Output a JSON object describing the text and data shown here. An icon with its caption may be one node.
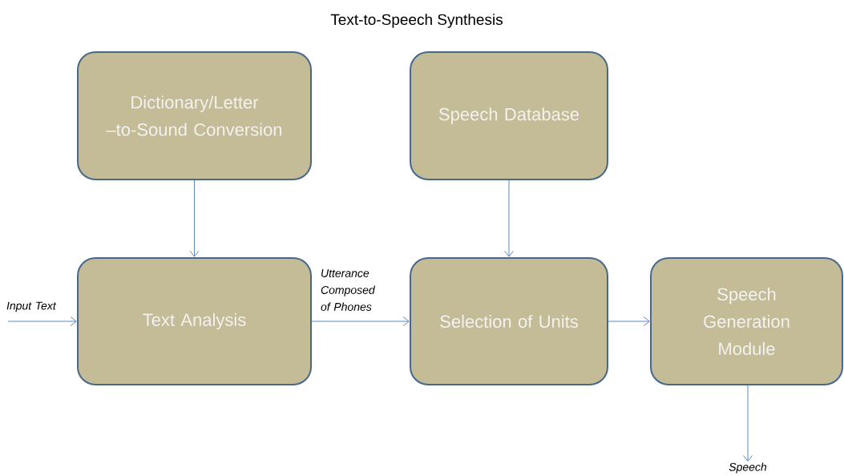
{
  "diagram": {
    "title": "Text-to-Speech Synthesis",
    "nodes": [
      {
        "text": [
          "Dictionary/Letter –to-Sound Conversion"
        ]
      },
      {
        "text": [
          "Speech Database"
        ]
      },
      {
        "text": [
          "Text Analysis"
        ]
      },
      {
        "text": [
          "Selection of Units"
        ]
      },
      {
        "text": [
          "Speech Generation Module"
        ]
      },
      {
        "text": [
          "Speech"
        ]
      }
    ],
    "edges": [
      {
        "from": 0,
        "to": 2,
        "arrow": "to"
      },
      {
        "from": 1,
        "to": 3,
        "arrow": "to"
      },
      {
        "from": null,
        "to": 2,
        "arrow": "to",
        "label": "Input Text"
      },
      {
        "from": 2,
        "to": 3,
        "arrow": "to",
        "label": "Utterance Composed of Phones"
      },
      {
        "from": 3,
        "to": 4,
        "arrow": "to"
      },
      {
        "from": 4,
        "to": 5,
        "arrow": "to"
      }
    ]
  }
}
